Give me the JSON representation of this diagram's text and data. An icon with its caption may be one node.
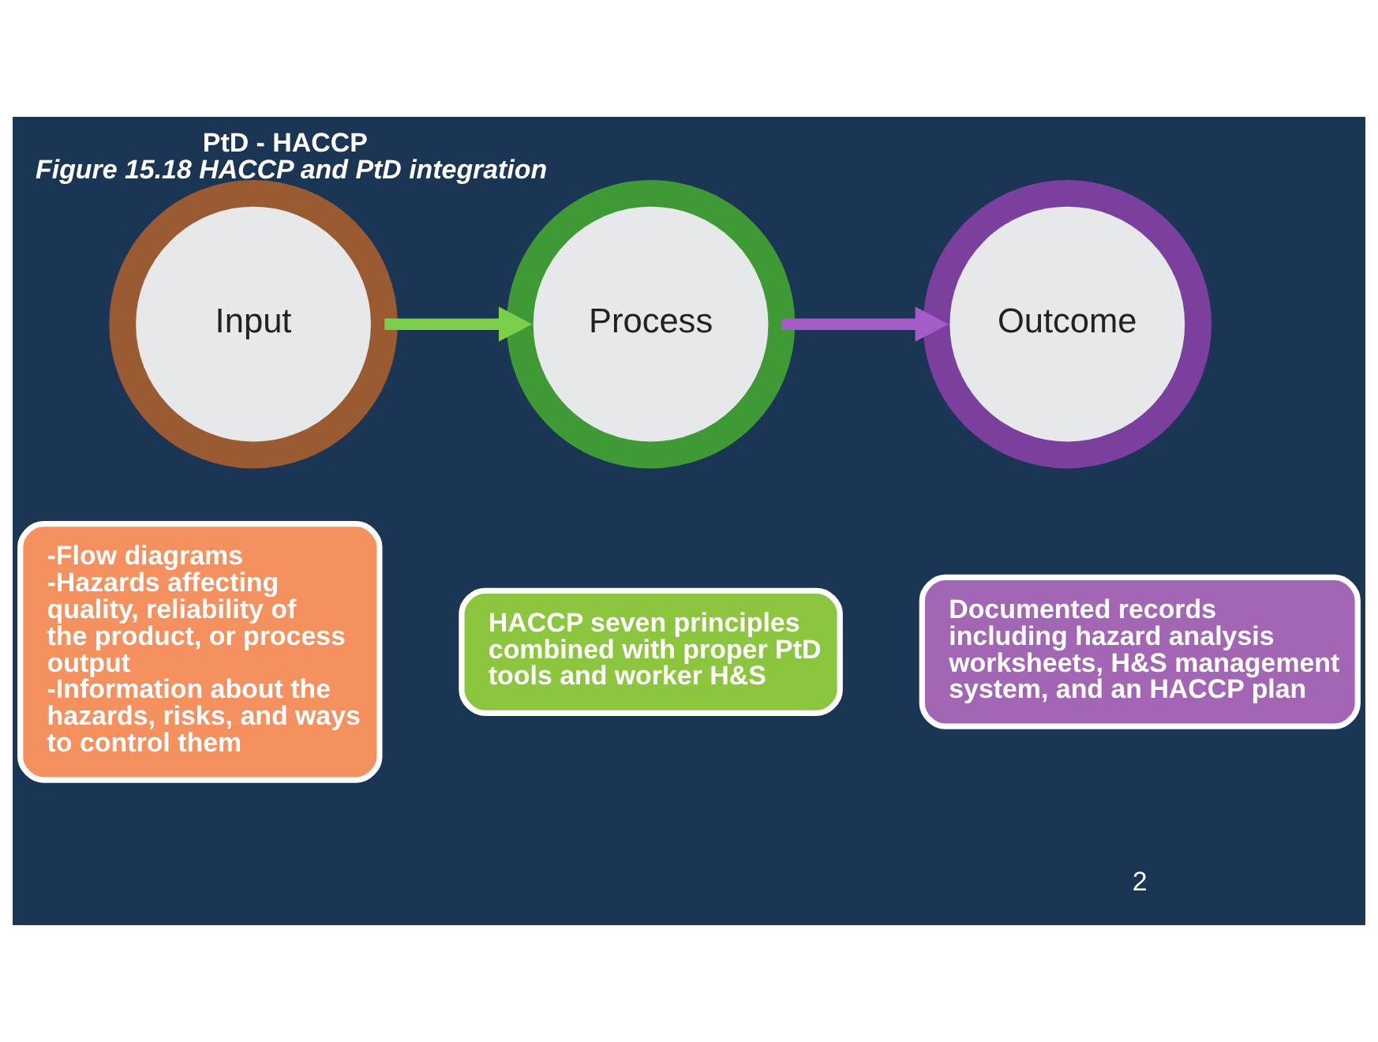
{
  "diagram": {
    "title": "PtD - HACCP",
    "caption": "Figure 15.18 HACCP and PtD integration",
    "nodes": [
      {
        "text": [
          "Input"
        ]
      },
      {
        "text": [
          "Process"
        ]
      },
      {
        "text": [
          "Outcome"
        ]
      },
      {
        "text": [
          "-Flow diagrams",
          "-Hazards affecting quality, reliability of the product, or process output",
          "-Information about the hazards, risks, and ways to control them"
        ]
      },
      {
        "text": [
          "HACCP seven principles combined with proper PtD tools and worker H&S"
        ]
      },
      {
        "text": [
          "Documented records including hazard analysis worksheets, H&S management system, and an HACCP plan"
        ]
      }
    ],
    "edges": [
      {
        "from": 0,
        "to": 1,
        "arrow": "to",
        "color": "#7ccf4a"
      },
      {
        "from": 1,
        "to": 2,
        "arrow": "to",
        "color": "#a45cc8"
      }
    ],
    "labels": [
      "2"
    ]
  }
}
